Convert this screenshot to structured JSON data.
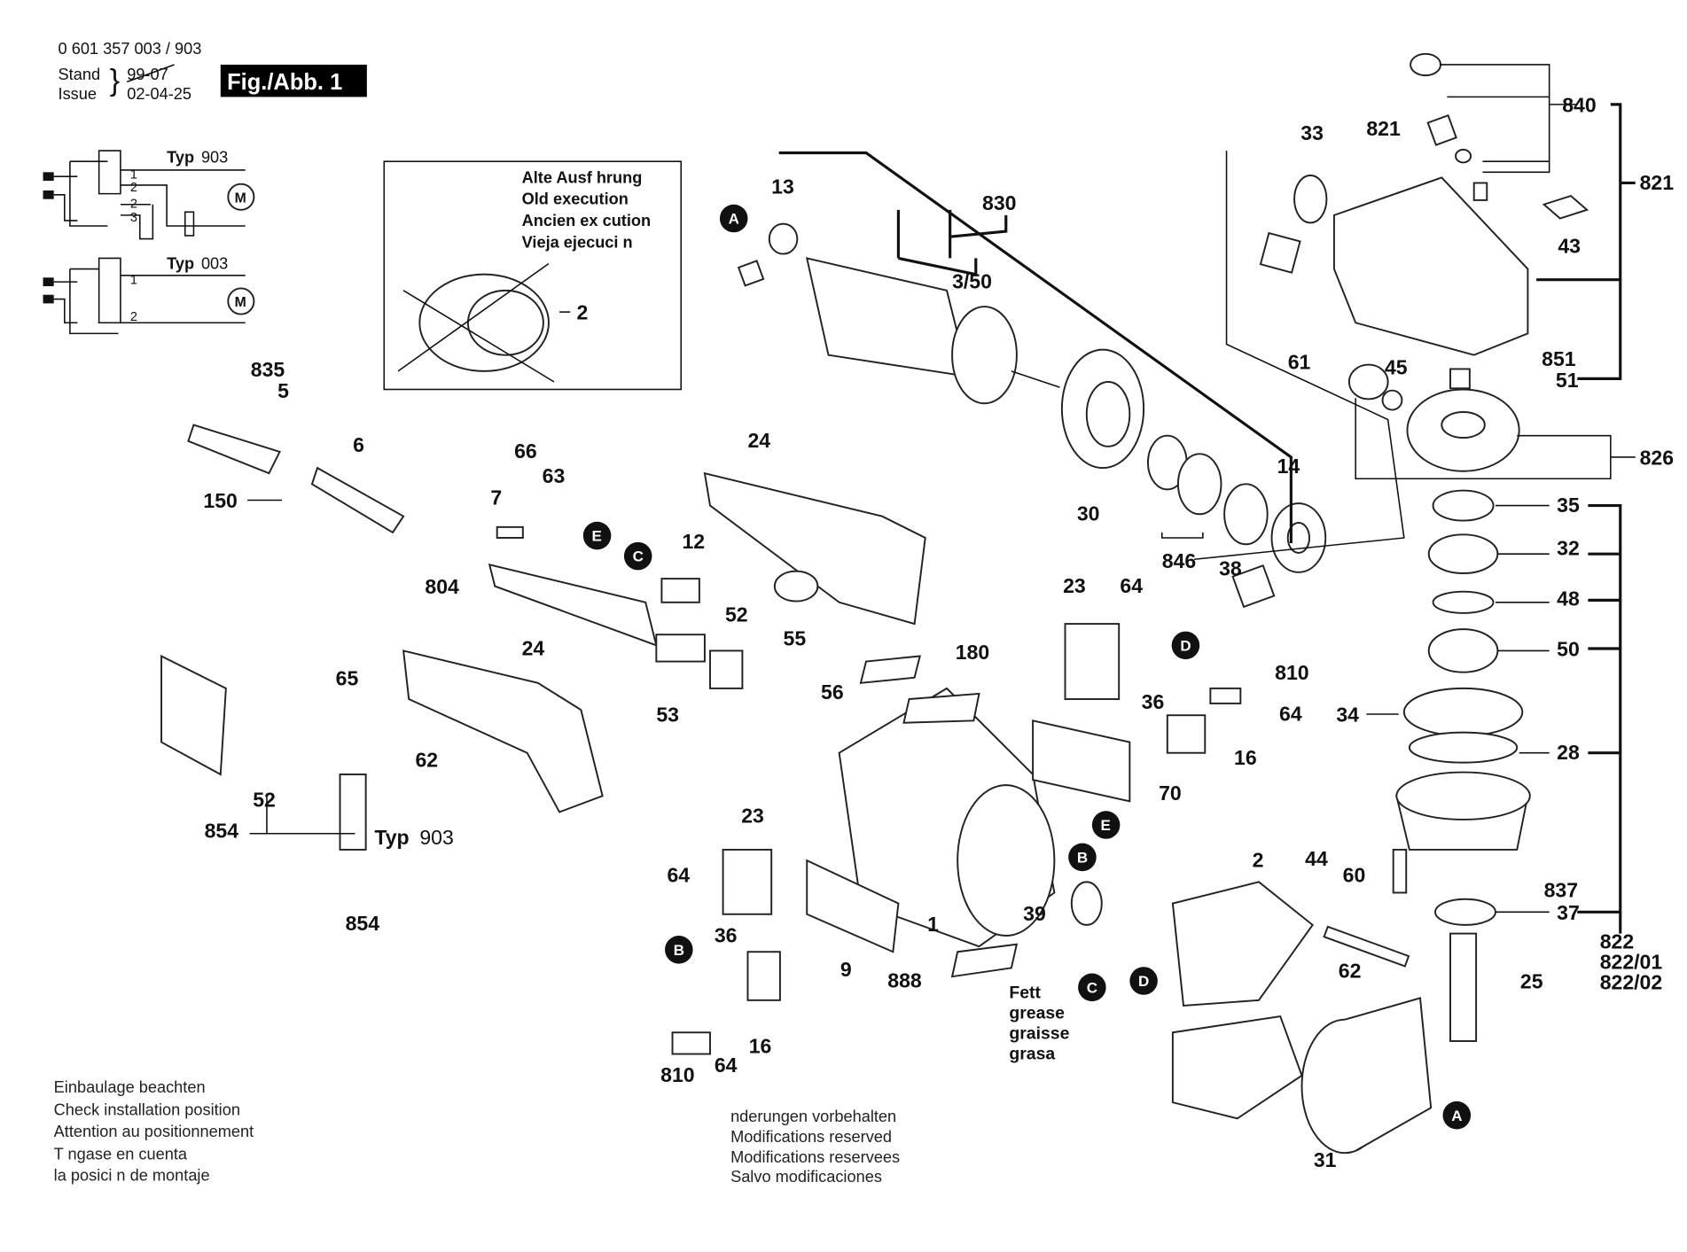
{
  "header": {
    "part_number": "0 601 357 003 / 903",
    "stand_label": "Stand",
    "issue_label": "Issue",
    "old_date": "99-07",
    "date": "02-04-25",
    "figure": "Fig./Abb. 1"
  },
  "schematics": {
    "typ_label": "Typ",
    "typ_903": "903",
    "typ_003": "003",
    "motor": "M",
    "terminals_903": [
      "1",
      "2",
      "2",
      "3"
    ],
    "terminals_003": [
      "1",
      "2"
    ]
  },
  "old_execution_box": {
    "lines": [
      "Alte Ausf hrung",
      "Old execution",
      "Ancien ex cution",
      "Vieja ejecuci n"
    ],
    "part": "2"
  },
  "callouts": [
    "13",
    "830",
    "3/50",
    "33",
    "821",
    "840",
    "821",
    "43",
    "61",
    "45",
    "851",
    "51",
    "826",
    "35",
    "32",
    "48",
    "50",
    "34",
    "28",
    "60",
    "837",
    "37",
    "822",
    "822/01",
    "822/02",
    "25",
    "31",
    "14",
    "30",
    "846",
    "38",
    "835",
    "5",
    "6",
    "66",
    "63",
    "7",
    "150",
    "12",
    "24",
    "804",
    "52",
    "55",
    "53",
    "24",
    "65",
    "62",
    "52",
    "854",
    "854",
    "23",
    "64",
    "810",
    "36",
    "64",
    "16",
    "70",
    "180",
    "56",
    "23",
    "64",
    "36",
    "9",
    "1",
    "888",
    "39",
    "2",
    "44",
    "62",
    "810",
    "64",
    "16"
  ],
  "typ_903_label": {
    "typ": "Typ",
    "value": "903"
  },
  "markers": [
    "A",
    "A",
    "E",
    "C",
    "D",
    "B",
    "E",
    "B",
    "C",
    "D"
  ],
  "grease": [
    "Fett",
    "grease",
    "graisse",
    "grasa"
  ],
  "notes_left": [
    "Einbaulage beachten",
    "Check installation position",
    "Attention au positionnement",
    "T ngase en cuenta",
    "la posici n de montaje"
  ],
  "notes_right": [
    " nderungen vorbehalten",
    "Modifications reserved",
    "Modifications reservees",
    "Salvo modificaciones"
  ]
}
